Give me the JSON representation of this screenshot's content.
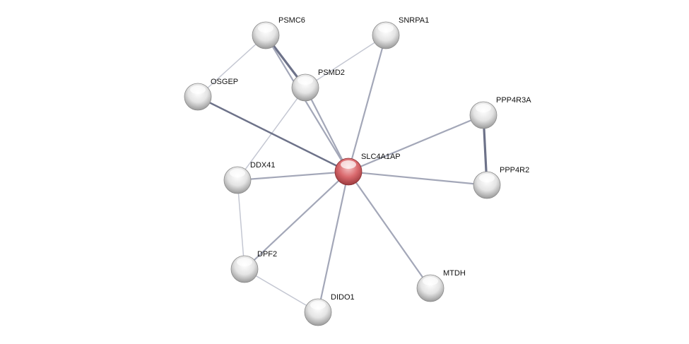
{
  "network": {
    "query_node": "SLC4A1AP",
    "nodes": [
      {
        "id": "SLC4A1AP",
        "query": true
      },
      {
        "id": "PSMC6"
      },
      {
        "id": "SNRPA1"
      },
      {
        "id": "PSMD2"
      },
      {
        "id": "OSGEP"
      },
      {
        "id": "PPP4R3A"
      },
      {
        "id": "PPP4R2"
      },
      {
        "id": "DDX41"
      },
      {
        "id": "DPF2"
      },
      {
        "id": "MTDH"
      },
      {
        "id": "DIDO1"
      }
    ],
    "edges": [
      {
        "a": "PSMC6",
        "b": "OSGEP",
        "strength": "weak"
      },
      {
        "a": "PSMC6",
        "b": "PSMD2",
        "strength": "strong"
      },
      {
        "a": "PSMC6",
        "b": "SLC4A1AP",
        "strength": "medium"
      },
      {
        "a": "SNRPA1",
        "b": "PSMD2",
        "strength": "weak"
      },
      {
        "a": "SNRPA1",
        "b": "SLC4A1AP",
        "strength": "medium"
      },
      {
        "a": "PSMD2",
        "b": "SLC4A1AP",
        "strength": "medium"
      },
      {
        "a": "PSMD2",
        "b": "DDX41",
        "strength": "weak"
      },
      {
        "a": "OSGEP",
        "b": "SLC4A1AP",
        "strength": "medium-strong"
      },
      {
        "a": "PPP4R3A",
        "b": "SLC4A1AP",
        "strength": "medium"
      },
      {
        "a": "PPP4R3A",
        "b": "PPP4R2",
        "strength": "strong"
      },
      {
        "a": "PPP4R2",
        "b": "SLC4A1AP",
        "strength": "medium"
      },
      {
        "a": "DDX41",
        "b": "SLC4A1AP",
        "strength": "medium"
      },
      {
        "a": "DDX41",
        "b": "DPF2",
        "strength": "weak"
      },
      {
        "a": "DPF2",
        "b": "SLC4A1AP",
        "strength": "medium"
      },
      {
        "a": "DPF2",
        "b": "DIDO1",
        "strength": "weak"
      },
      {
        "a": "DIDO1",
        "b": "SLC4A1AP",
        "strength": "medium"
      },
      {
        "a": "MTDH",
        "b": "SLC4A1AP",
        "strength": "medium"
      }
    ],
    "colors": {
      "query_node": "#d9696d",
      "node": "#e2e2e2",
      "edge_weak": "#c4c7d2",
      "edge_medium": "#a3a7b8",
      "edge_strong": "#6d7289"
    }
  }
}
